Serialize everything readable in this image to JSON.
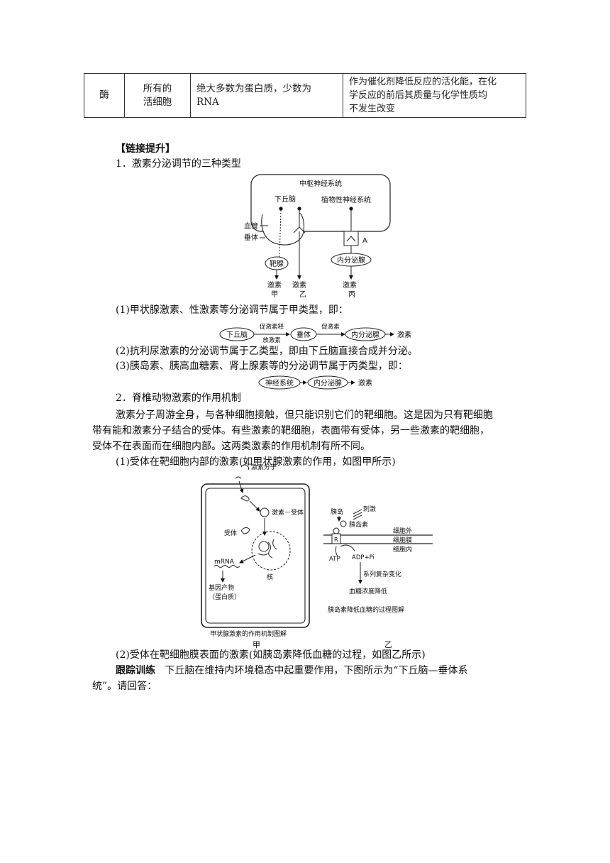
{
  "table_row": {
    "name": "酶",
    "source_line1": "所有的",
    "source_line2": "活细胞",
    "nature_line1": "绝大多数为蛋白质，少数为",
    "nature_line2": "RNA",
    "function_line1": "作为催化剂降低反应的活化能，在化",
    "function_line2": "学反应的前后其质量与化学性质均",
    "function_line3": "不发生改变"
  },
  "section_title": "【链接提升】",
  "point1": {
    "heading": "1．激素分泌调节的三种类型",
    "diagram": {
      "cns": "中枢神经系统",
      "hypothalamus": "下丘脑",
      "autonomic": "植物性神经系统",
      "vessel": "血管",
      "pituitary": "垂体",
      "target_gland": "靶腺",
      "endocrine_gland": "内分泌腺",
      "label_a": "A",
      "hormone": "激素",
      "jia": "甲",
      "yi": "乙",
      "bing": "丙"
    },
    "p1": "(1)甲状腺激素、性激素等分泌调节属于甲类型，即：",
    "flow1": {
      "n1": "下丘脑",
      "a1_top": "促激素释",
      "a1_bottom": "放激素",
      "n2": "垂体",
      "a2_top": "促激素",
      "n3": "内分泌腺",
      "end": "激素"
    },
    "p2": "(2)抗利尿激素的分泌调节属于乙类型，即由下丘脑直接合成并分泌。",
    "p3": "(3)胰岛素、胰高血糖素、肾上腺素等的分泌调节属于丙类型，即：",
    "flow2": {
      "n1": "神经系统",
      "n2": "内分泌腺",
      "end": "激素"
    }
  },
  "point2": {
    "heading": "2．脊椎动物激素的作用机制",
    "para_line1": "激素分子周游全身，与各种细胞接触，但只能识别它们的靶细胞。这是因为只有靶细胞",
    "para_line2": "带有能和激素分子结合的受体。有些激素的靶细胞，表面带有受体，另一些激素的靶细胞，",
    "para_line3": "受体不在表面而在细胞内部。这两类激素的作用机制有所不同。",
    "p1": "(1)受体在靶细胞内部的激素(如甲状腺激素的作用，如图甲所示)",
    "fig_jia": {
      "hormone_molecule": "激素分子",
      "complex": "激素－受体",
      "receptor": "受体",
      "mrna": "mRNA",
      "nucleus": "核",
      "product1": "基因产物",
      "product2": "（蛋白质）",
      "caption": "甲状腺激素的作用机制图解",
      "label": "甲"
    },
    "fig_yi": {
      "islet": "胰岛",
      "stimulus": "刺激",
      "insulin": "胰岛素",
      "outside": "细胞外",
      "membrane": "细胞膜",
      "inside": "细胞内",
      "r": "R",
      "atp": "ATP",
      "adp": "ADP+Pi",
      "changes": "系列复杂变化",
      "decrease": "血糖浓度降低",
      "caption": "胰岛素降低血糖的过程图解",
      "label": "乙"
    },
    "p2": "(2)受体在靶细胞膜表面的激素(如胰岛素降低血糖的过程，如图乙所示)"
  },
  "tracking": {
    "label": "跟踪训练",
    "line1": "下丘脑在维持内环境稳态中起重要作用，下图所示为“下丘脑—垂体系",
    "line2": "统”。请回答："
  }
}
